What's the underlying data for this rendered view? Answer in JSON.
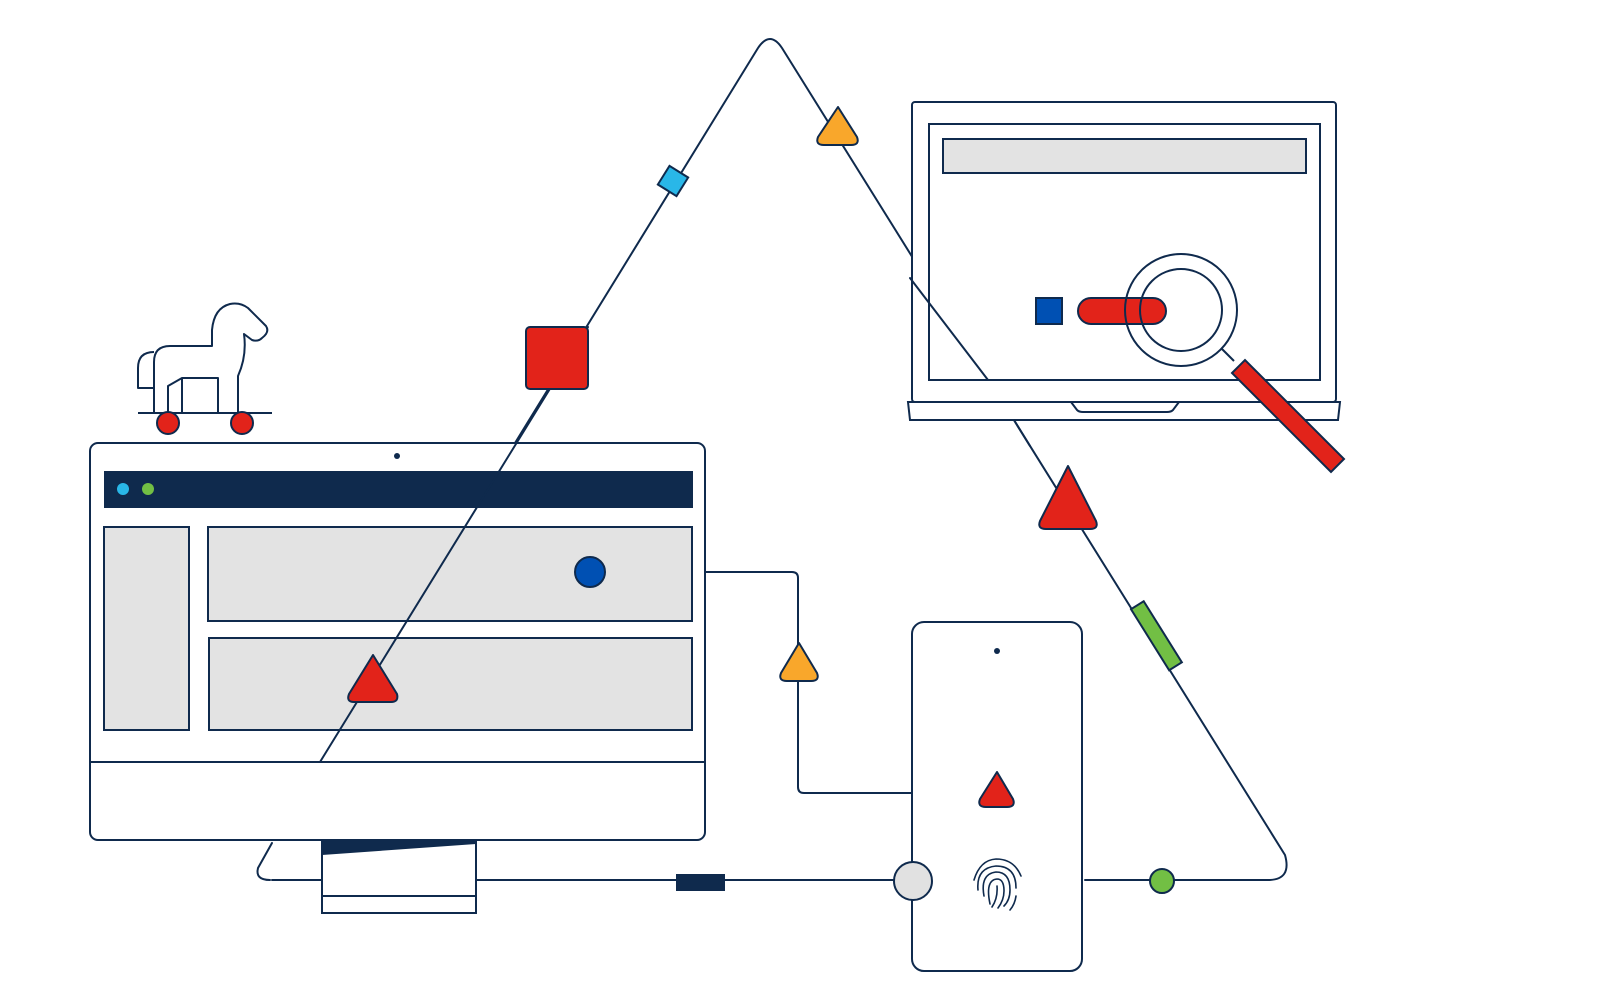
{
  "colors": {
    "navy": "#0f2a4d",
    "red": "#e2231a",
    "blue": "#0050b3",
    "cyan": "#29b7e8",
    "green": "#72bf44",
    "orange": "#f9a72b",
    "panel_gray": "#e3e3e3",
    "node_gray": "#e1e1e1",
    "white": "#ffffff"
  },
  "icons": {
    "trojan_horse": "trojan-horse-icon",
    "magnifier": "magnifier-icon",
    "fingerprint": "fingerprint-icon",
    "warning_triangle": "warning-triangle-icon"
  },
  "devices": {
    "desktop": {
      "window_dots": [
        "cyan",
        "green"
      ]
    },
    "laptop": {
      "search_bar": "blank"
    },
    "phone": {
      "sensor": "fingerprint"
    }
  }
}
